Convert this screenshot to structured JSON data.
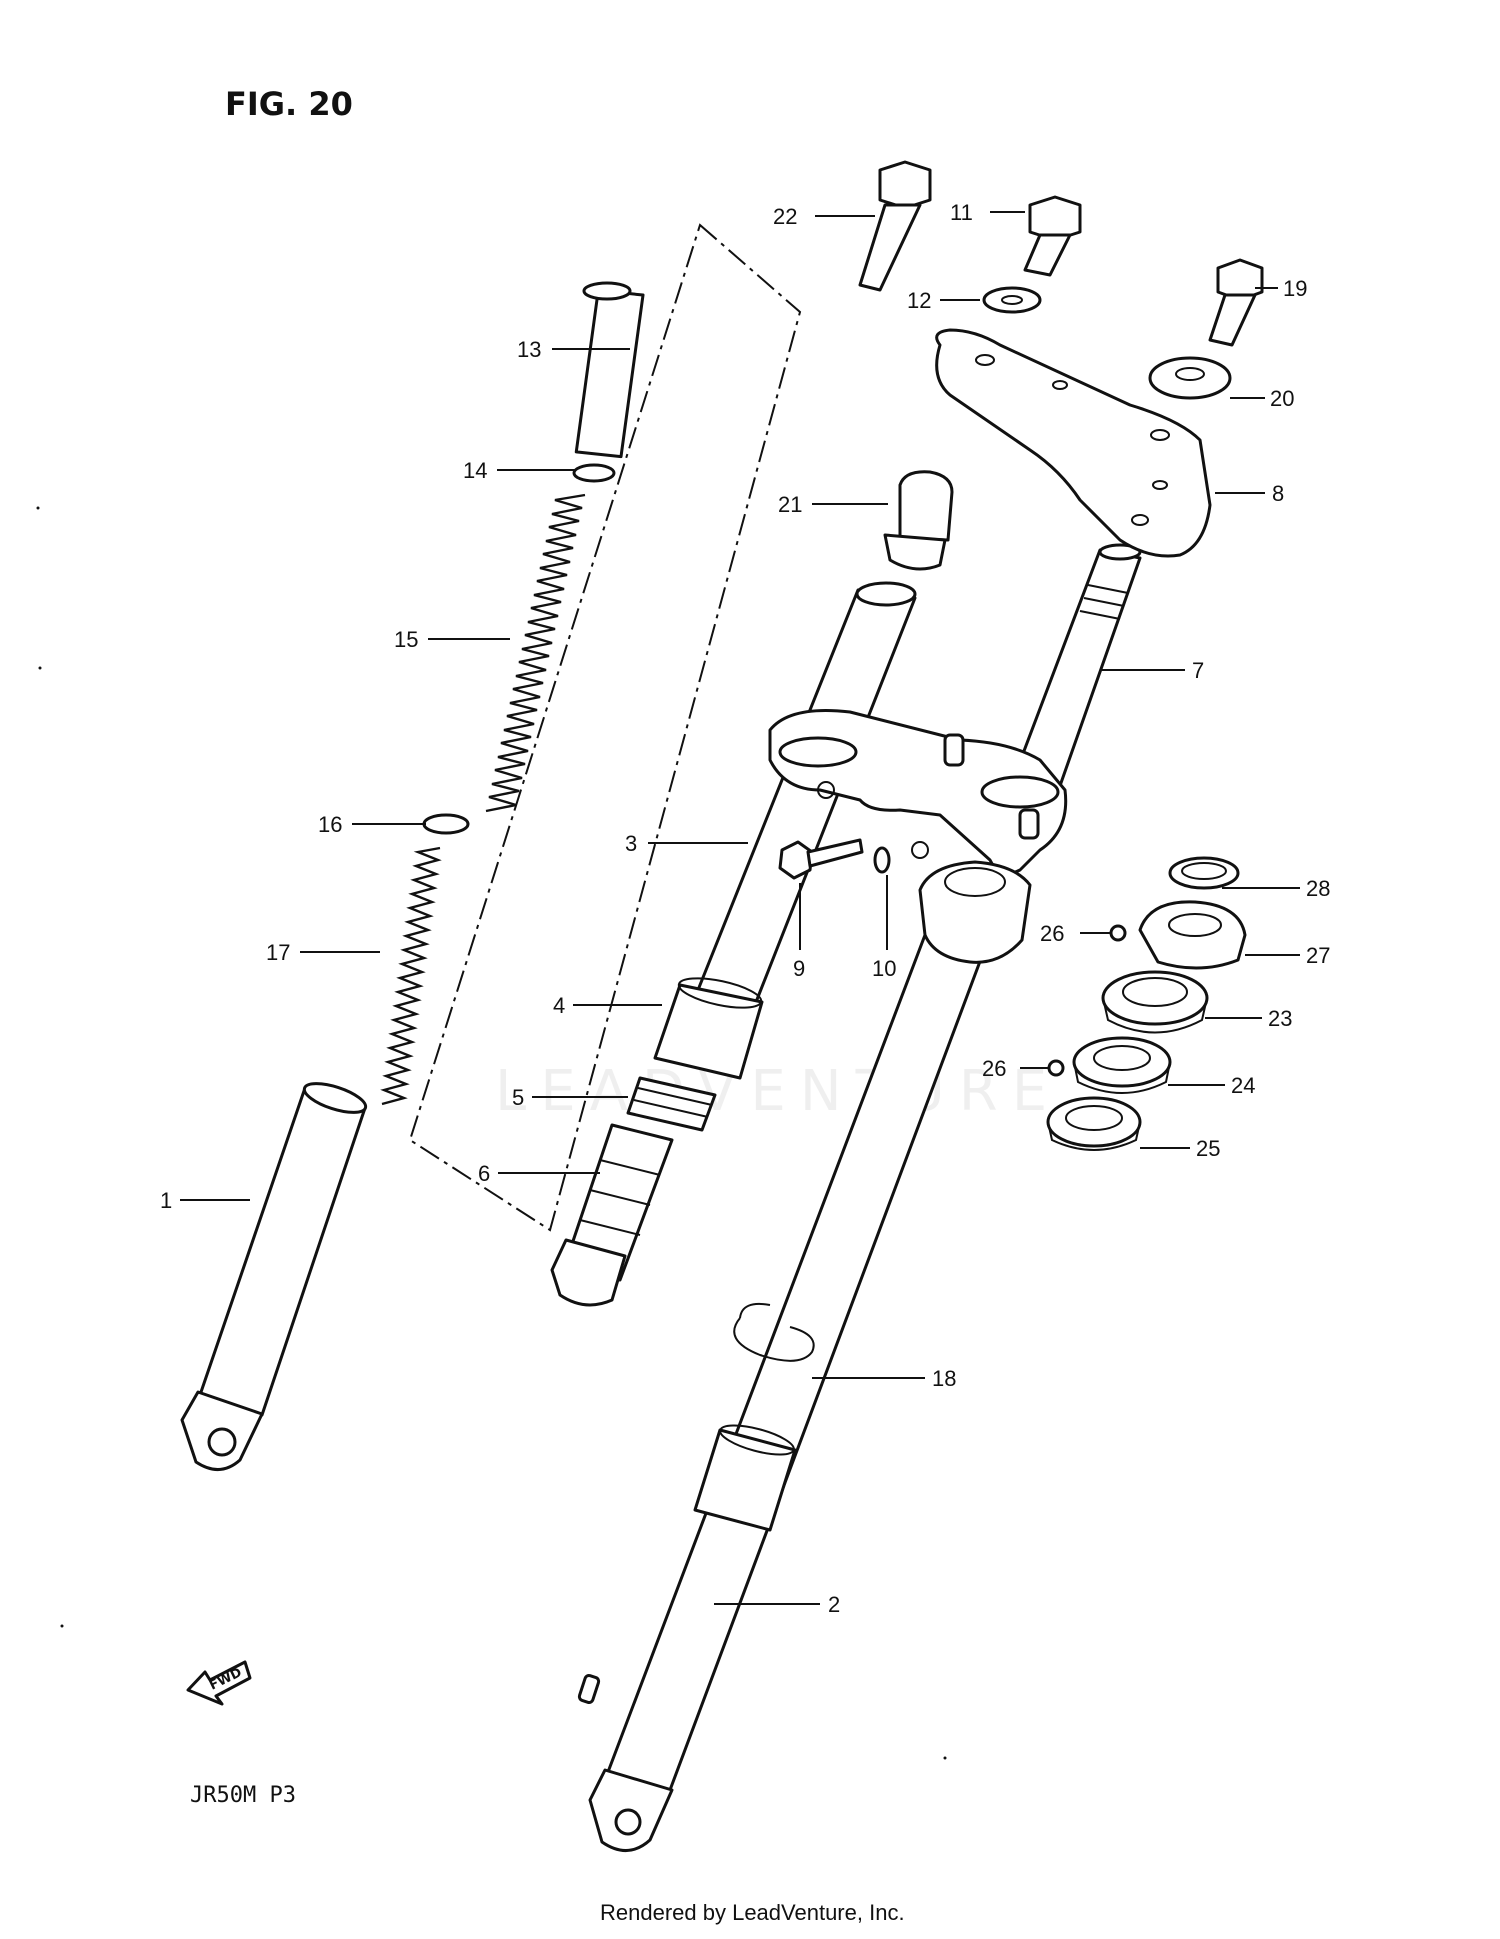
{
  "figure_label": "FIG. 20",
  "model_code": "JR50M  P3",
  "footer_credit": "Rendered by LeadVenture, Inc.",
  "watermark_text": "LEADVENTURE",
  "fwd_arrow_label": "FWD",
  "callouts": {
    "c1": "1",
    "c2": "2",
    "c3": "3",
    "c4": "4",
    "c5": "5",
    "c6": "6",
    "c7": "7",
    "c8": "8",
    "c9": "9",
    "c10": "10",
    "c11": "11",
    "c12": "12",
    "c13": "13",
    "c14": "14",
    "c15": "15",
    "c16": "16",
    "c17": "17",
    "c18": "18",
    "c19": "19",
    "c20": "20",
    "c21": "21",
    "c22": "22",
    "c23": "23",
    "c24": "24",
    "c25": "25",
    "c26a": "26",
    "c26b": "26",
    "c27": "27",
    "c28": "28"
  }
}
